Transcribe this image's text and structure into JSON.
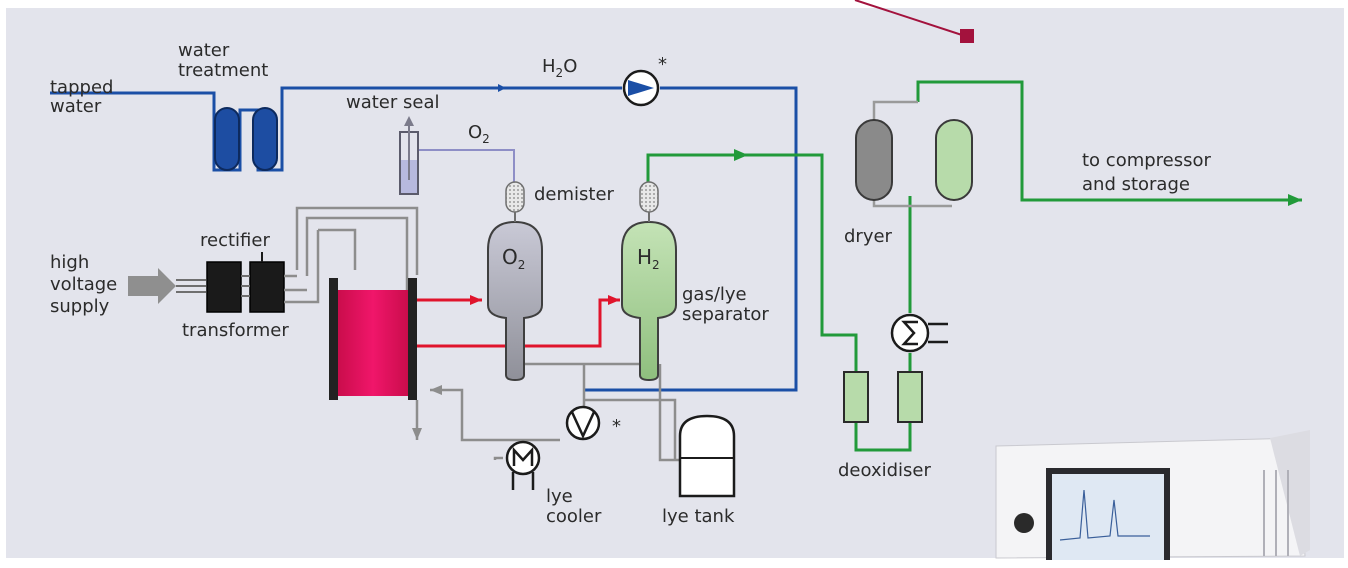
{
  "labels": {
    "tapped_water_line1": "tapped",
    "tapped_water_line2": "water",
    "water_treatment_line1": "water",
    "water_treatment_line2": "treatment",
    "h2o_main": "H",
    "h2o_sub": "2",
    "h2o_end": "O",
    "pump_star": "*",
    "water_seal": "water seal",
    "o2_main": "O",
    "o2_sub": "2",
    "demister": "demister",
    "rectifier": "rectifier",
    "high_voltage_line1": "high",
    "high_voltage_line2": "voltage",
    "high_voltage_line3": "supply",
    "transformer": "transformer",
    "o2_tank_main": "O",
    "o2_tank_sub": "2",
    "h2_tank_main": "H",
    "h2_tank_sub": "2",
    "separator_line1": "gas/lye",
    "separator_line2": "separator",
    "lye_pump_star": "*",
    "lye_cooler_line1": "lye",
    "lye_cooler_line2": "cooler",
    "lye_tank": "lye tank",
    "dryer": "dryer",
    "deoxidiser": "deoxidiser",
    "compressor_line1": "to compressor",
    "compressor_line2": "and storage"
  },
  "colors": {
    "background": "#e3e4ec",
    "water_line": "#1b4fa6",
    "hydrogen_line": "#229a3a",
    "lye_line": "#8d8d8d",
    "oxygen_line": "#8e8ec6",
    "hot_lye": "#e0142c",
    "accent_marker": "#a3123d",
    "cell": "#e5105a"
  }
}
